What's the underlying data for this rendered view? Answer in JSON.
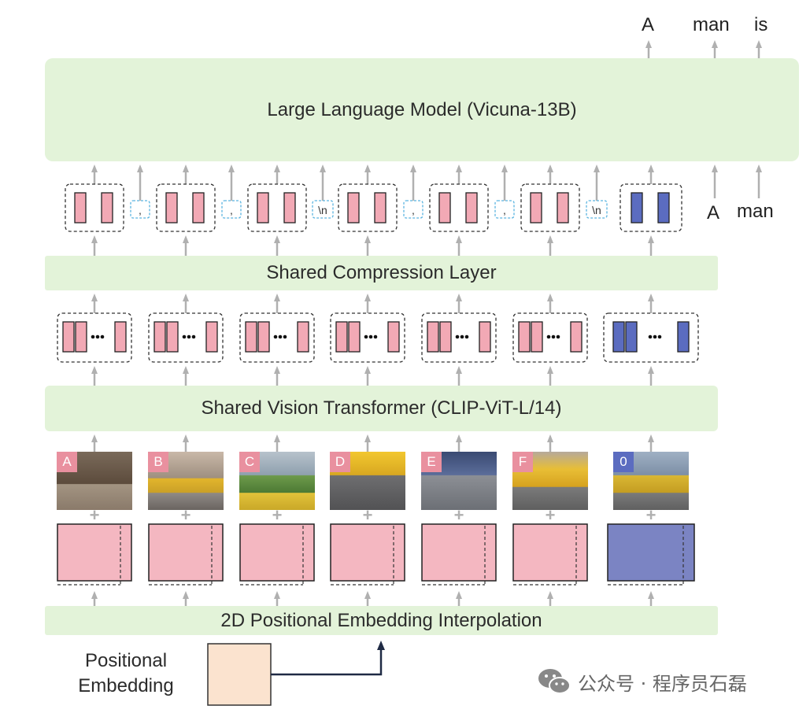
{
  "llm": {
    "label": "Large Language Model (Vicuna-13B)"
  },
  "compression": {
    "label": "Shared Compression Layer"
  },
  "vit": {
    "label": "Shared Vision Transformer (CLIP-ViT-L/14)"
  },
  "interpolation": {
    "label": "2D Positional Embedding Interpolation"
  },
  "positional": {
    "label_line1": "Positional",
    "label_line2": "Embedding"
  },
  "output_tokens": [
    "A",
    "man",
    "is"
  ],
  "input_tokens": [
    "A",
    "man"
  ],
  "separators": [
    ",",
    ",",
    "\\n",
    ",",
    ",",
    "\\n"
  ],
  "slices": [
    {
      "label": "A",
      "kind": "slice"
    },
    {
      "label": "B",
      "kind": "slice"
    },
    {
      "label": "C",
      "kind": "slice"
    },
    {
      "label": "D",
      "kind": "slice"
    },
    {
      "label": "E",
      "kind": "slice"
    },
    {
      "label": "F",
      "kind": "slice"
    },
    {
      "label": "0",
      "kind": "global"
    }
  ],
  "colors": {
    "band": "#e3f3d9",
    "slice_token": "#f2a9b5",
    "global_token": "#5b6cc0",
    "slice_embed": "#f4b7c1",
    "global_embed": "#7b84c3",
    "pos_embed": "#fbe3cf",
    "separator": "#5ab4e0",
    "arrow": "#b0b0b0"
  },
  "watermark": {
    "text": "公众号 · 程序员石磊",
    "icon": "wechat-icon"
  }
}
